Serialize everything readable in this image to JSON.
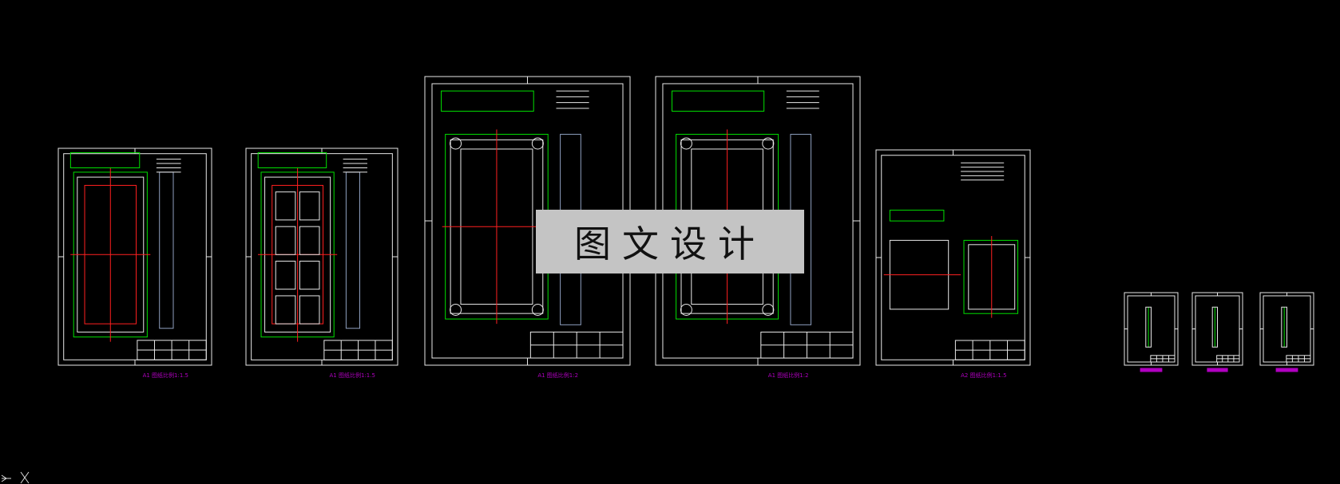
{
  "viewport": {
    "background": "#000000"
  },
  "watermark": {
    "text": "图文设计"
  },
  "sheets": [
    {
      "caption": "A1 图纸比例1:1.5",
      "view": "plan-two-bay"
    },
    {
      "caption": "A1 图纸比例1:1.5",
      "view": "plan-grid"
    },
    {
      "caption": "A1 图纸比例1:2",
      "view": "plan-holes"
    },
    {
      "caption": "A1 图纸比例1:2",
      "view": "plan-holes"
    },
    {
      "caption": "A2 图纸比例1:1.5",
      "view": "details"
    },
    {
      "caption": "",
      "view": "small"
    },
    {
      "caption": "",
      "view": "small"
    },
    {
      "caption": "",
      "view": "small"
    }
  ],
  "colors": {
    "frame": "#e8e8e8",
    "outline": "#00e000",
    "centerline": "#ff2020",
    "hatch": "#8fa0c0",
    "dimension": "#00e5ff",
    "caption": "#b000c0"
  },
  "ucs_icon": "ucs-axis-icon"
}
